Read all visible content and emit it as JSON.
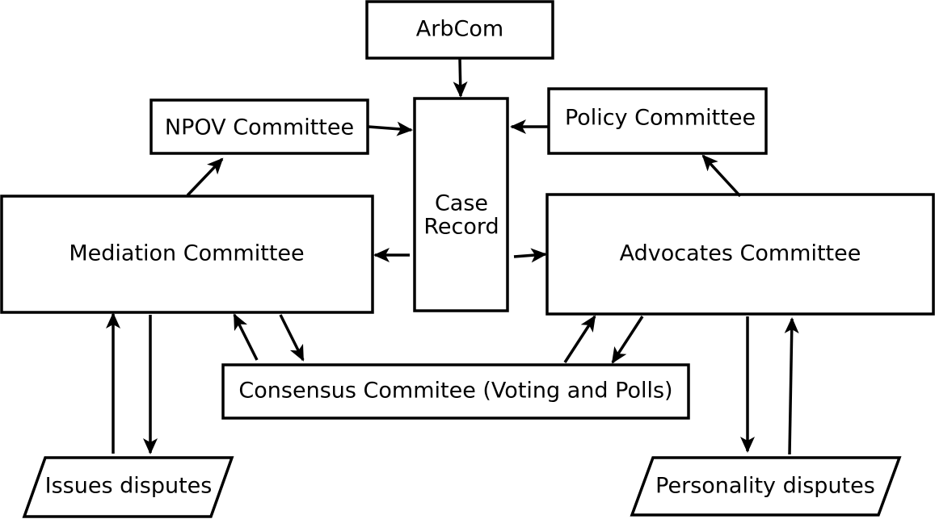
{
  "diagram": {
    "nodes": {
      "arbcom": "ArbCom",
      "npov": "NPOV Committee",
      "policy": "Policy Committee",
      "case_record_line1": "Case",
      "case_record_line2": "Record",
      "mediation": "Mediation Committee",
      "advocates": "Advocates Committee",
      "consensus": "Consensus Commitee (Voting and Polls)",
      "issues": "Issues disputes",
      "personality": "Personality disputes"
    },
    "edges": [
      {
        "from": "ArbCom",
        "to": "Case Record"
      },
      {
        "from": "NPOV Committee",
        "to": "Case Record"
      },
      {
        "from": "Policy Committee",
        "to": "Case Record"
      },
      {
        "from": "Case Record",
        "to": "Mediation Committee"
      },
      {
        "from": "Case Record",
        "to": "Advocates Committee"
      },
      {
        "from": "Mediation Committee",
        "to": "NPOV Committee"
      },
      {
        "from": "Advocates Committee",
        "to": "Policy Committee"
      },
      {
        "from": "Mediation Committee",
        "to": "Consensus Commitee (Voting and Polls)"
      },
      {
        "from": "Consensus Commitee (Voting and Polls)",
        "to": "Mediation Committee"
      },
      {
        "from": "Advocates Committee",
        "to": "Consensus Commitee (Voting and Polls)"
      },
      {
        "from": "Consensus Commitee (Voting and Polls)",
        "to": "Advocates Committee"
      },
      {
        "from": "Mediation Committee",
        "to": "Issues disputes"
      },
      {
        "from": "Issues disputes",
        "to": "Mediation Committee"
      },
      {
        "from": "Advocates Committee",
        "to": "Personality disputes"
      },
      {
        "from": "Personality disputes",
        "to": "Advocates Committee"
      }
    ]
  }
}
